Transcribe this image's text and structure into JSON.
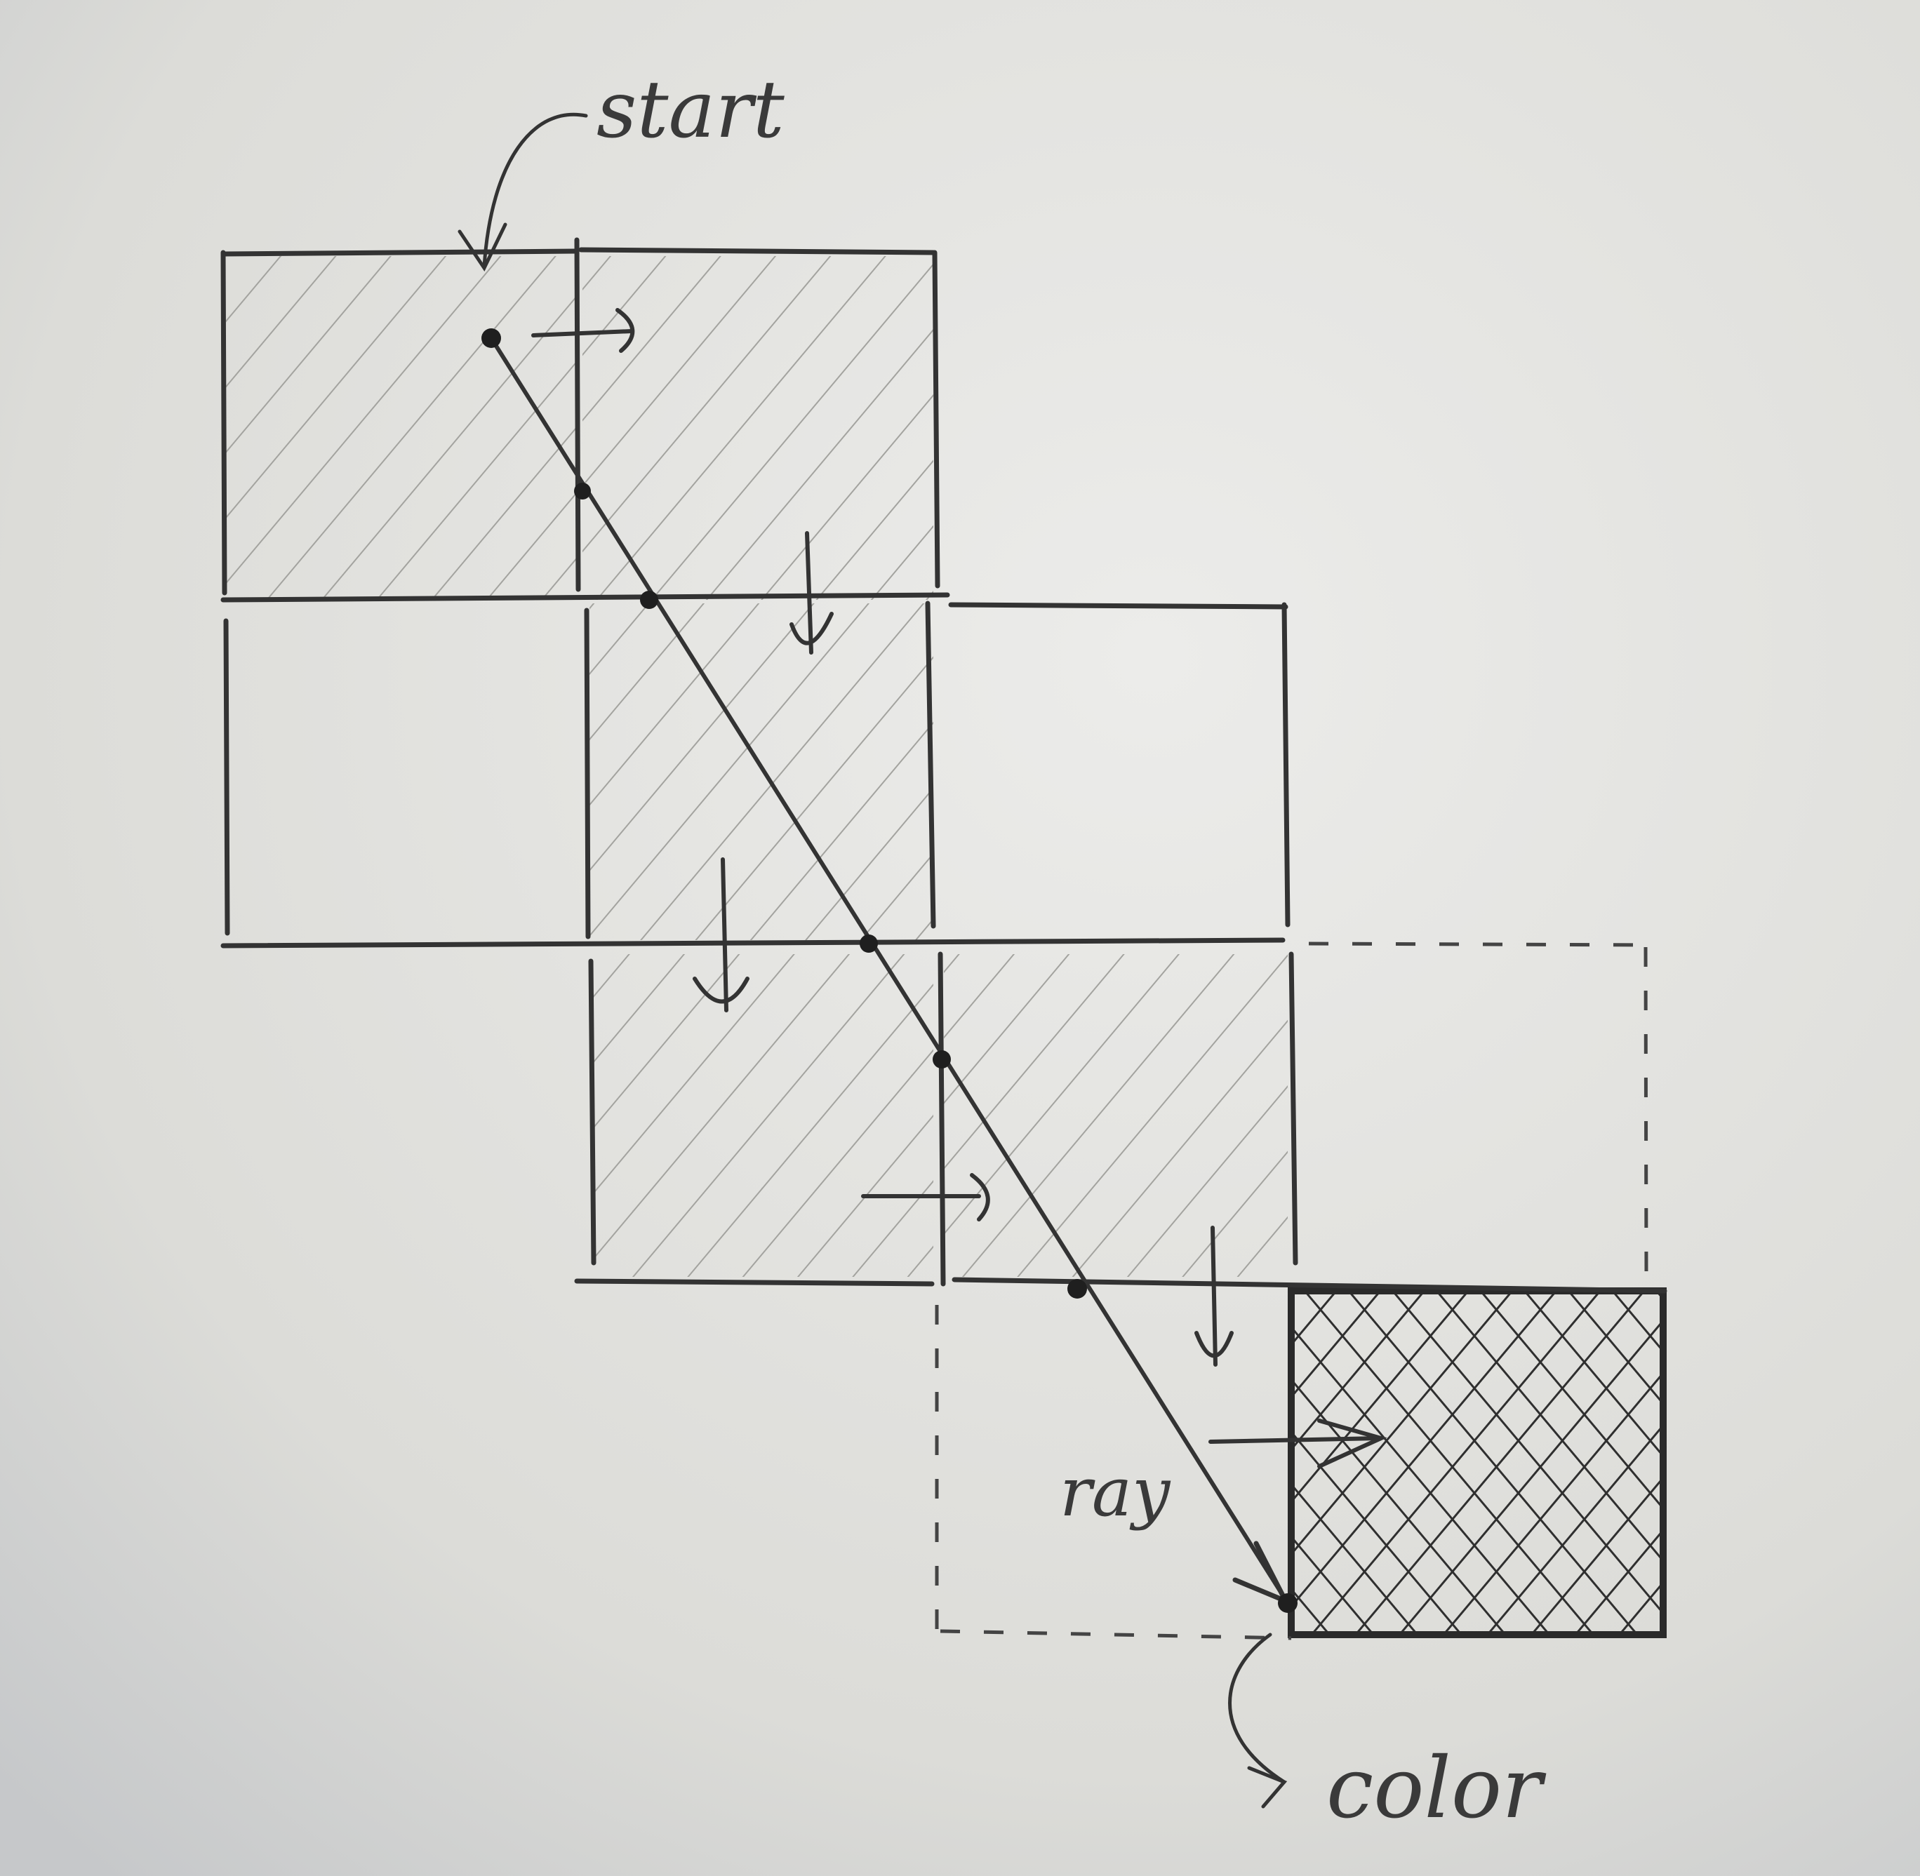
{
  "diagram": {
    "labels": {
      "start": "start",
      "ray": "ray",
      "color": "color"
    },
    "colors": {
      "paper": "#dcdcd8",
      "pencil": "#2e2e2e",
      "hatch": "#9a9a96",
      "crosshatch": "#303030"
    },
    "cells": [
      {
        "col": 0,
        "row": 0,
        "fill": "hatched",
        "border": "solid"
      },
      {
        "col": 1,
        "row": 0,
        "fill": "hatched",
        "border": "solid"
      },
      {
        "col": 0,
        "row": 1,
        "fill": "empty",
        "border": "solid"
      },
      {
        "col": 1,
        "row": 1,
        "fill": "hatched",
        "border": "solid"
      },
      {
        "col": 2,
        "row": 1,
        "fill": "empty",
        "border": "solid"
      },
      {
        "col": 1,
        "row": 2,
        "fill": "hatched",
        "border": "solid"
      },
      {
        "col": 2,
        "row": 2,
        "fill": "hatched",
        "border": "solid"
      },
      {
        "col": 3,
        "row": 2,
        "fill": "empty",
        "border": "dashed"
      },
      {
        "col": 2,
        "row": 3,
        "fill": "empty",
        "border": "dashed"
      },
      {
        "col": 3,
        "row": 3,
        "fill": "crosshatched",
        "border": "solid"
      }
    ],
    "step_arrows": [
      {
        "direction": "right"
      },
      {
        "direction": "down"
      },
      {
        "direction": "down"
      },
      {
        "direction": "right"
      },
      {
        "direction": "down"
      },
      {
        "direction": "right"
      }
    ]
  }
}
